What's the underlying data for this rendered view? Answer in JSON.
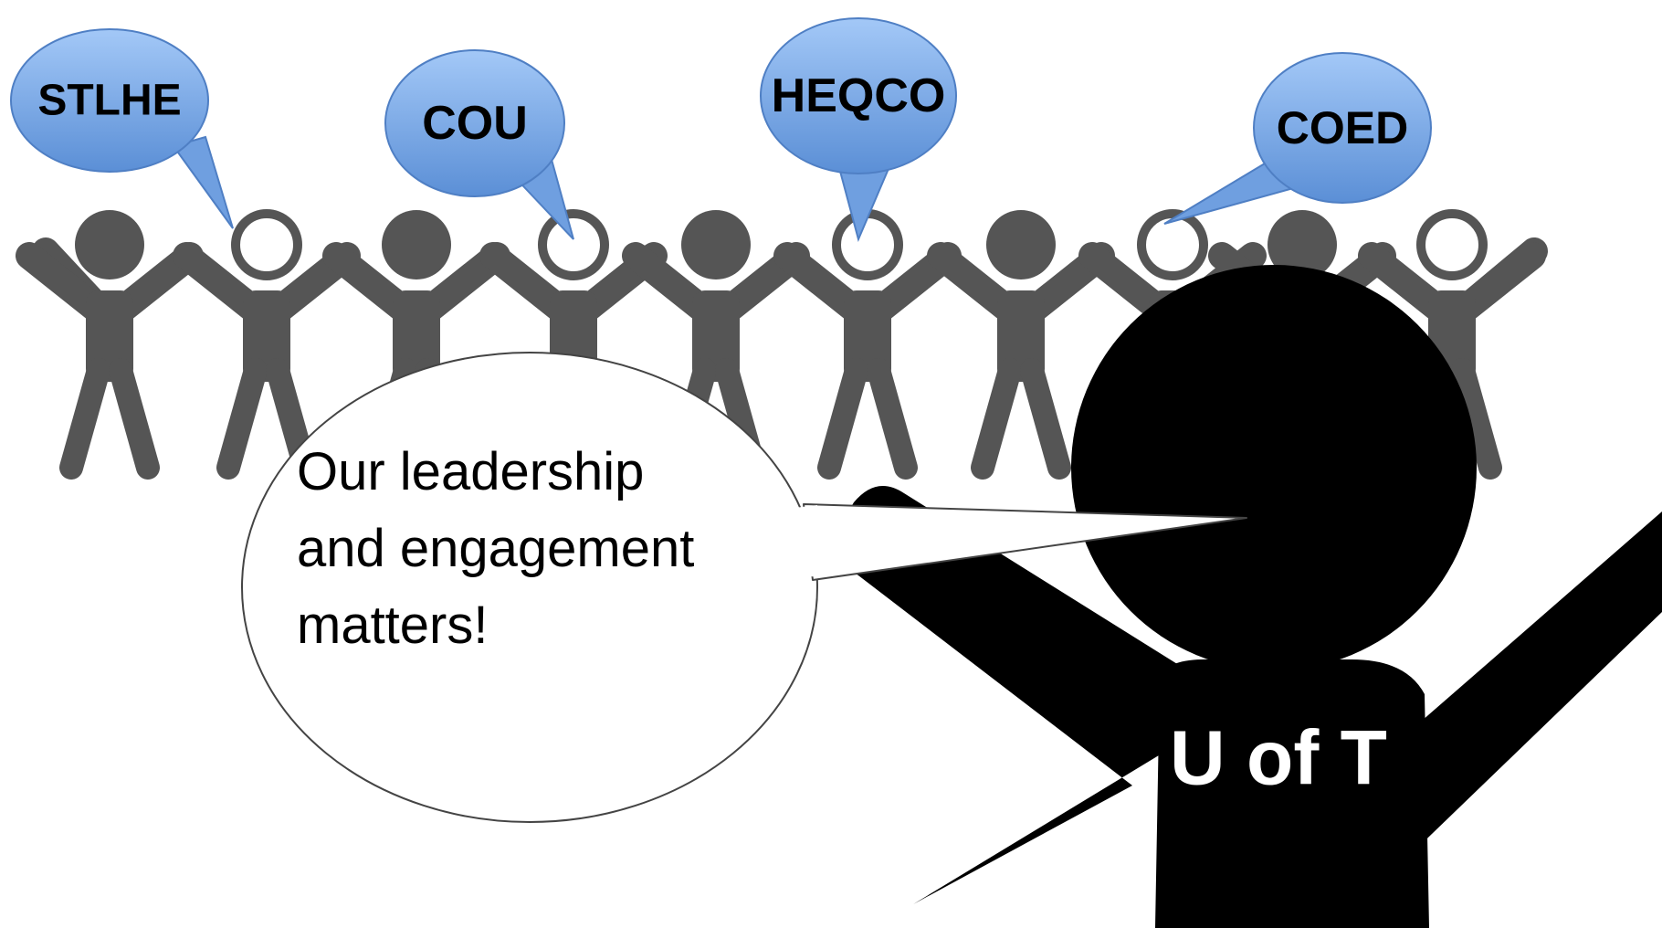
{
  "organization_bubbles": [
    {
      "label": "STLHE"
    },
    {
      "label": "COU"
    },
    {
      "label": "HEQCO"
    },
    {
      "label": "COED"
    }
  ],
  "speech_bubble": {
    "lines": [
      "Our leadership",
      "and engagement",
      "matters!"
    ]
  },
  "main_figure": {
    "label": "U of T"
  },
  "colors": {
    "chain_figure": "#555555",
    "main_figure": "#000000",
    "bubble_top": "#9cc2f5",
    "bubble_bottom": "#5a8fd8",
    "main_figure_text": "#ffffff"
  }
}
